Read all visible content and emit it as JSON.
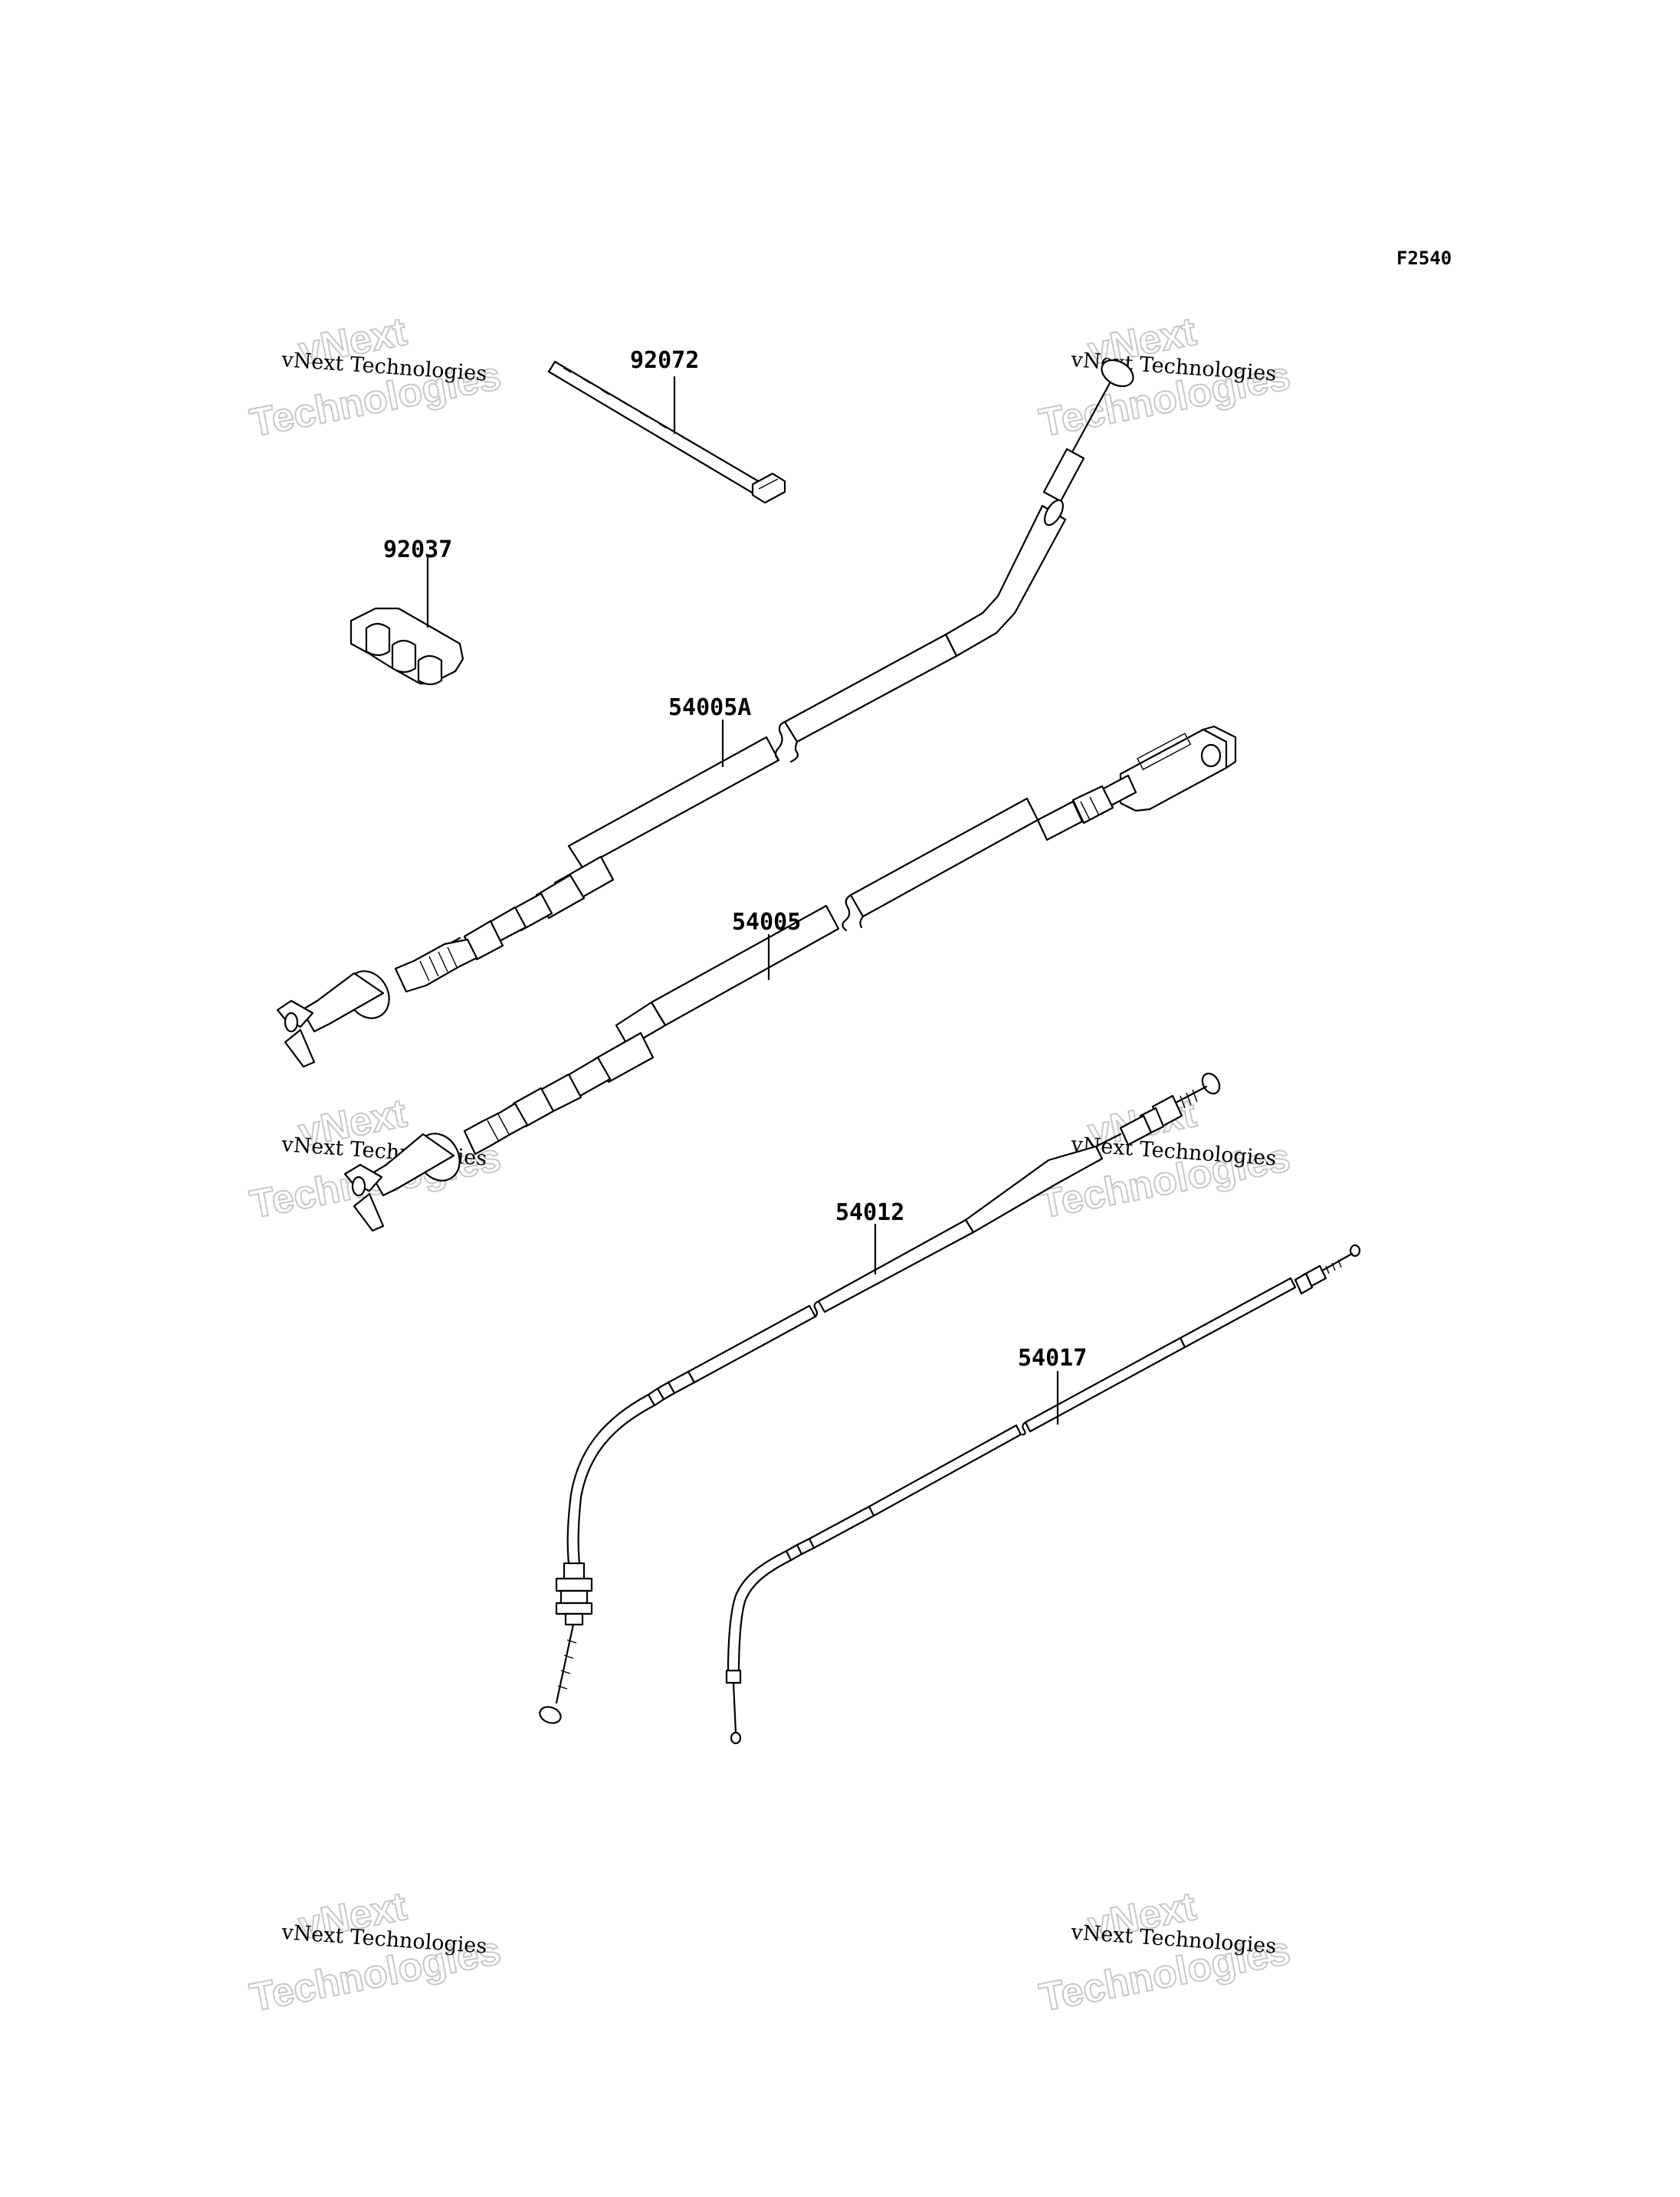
{
  "figure_code": "F2540",
  "watermark": {
    "line1": "vNext",
    "line2": "vNext Technologies",
    "line3": "Technologies"
  },
  "parts": [
    {
      "id": "92072"
    },
    {
      "id": "92037"
    },
    {
      "id": "54005A"
    },
    {
      "id": "54005"
    },
    {
      "id": "54012"
    },
    {
      "id": "54017"
    }
  ]
}
